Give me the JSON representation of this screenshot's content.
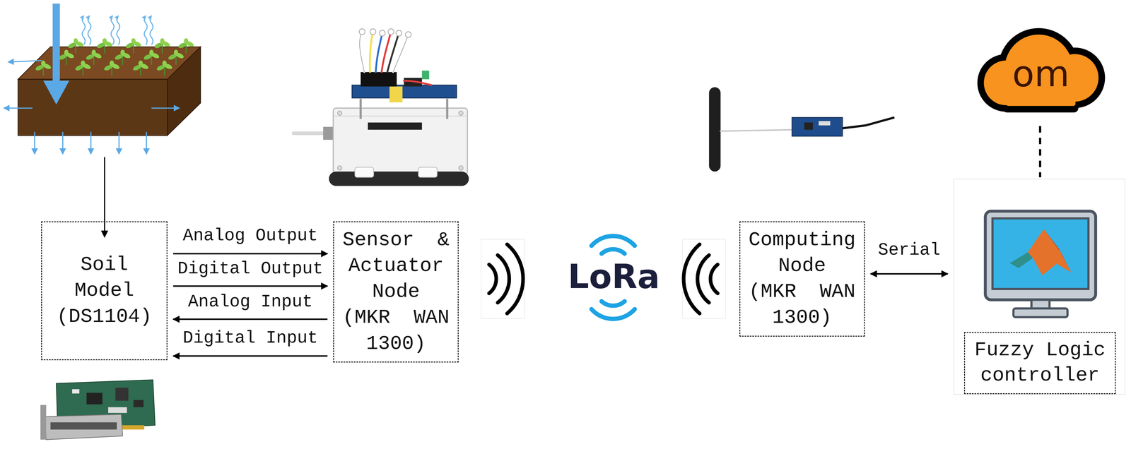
{
  "diagram": {
    "nodes": [
      {
        "text": [
          "Soil Model (DS1104)"
        ]
      },
      {
        "text": [
          "Sensor & Actuator Node (MKR WAN 1300)"
        ]
      },
      {
        "text": [
          "Computing Node (MKR WAN 1300)"
        ]
      },
      {
        "text": [
          "Fuzzy Logic controller"
        ]
      }
    ],
    "edges": [
      {
        "from": 0,
        "to": 1,
        "label": "Analog Output",
        "arrow": "to"
      },
      {
        "from": 0,
        "to": 1,
        "label": "Digital Output",
        "arrow": "to"
      },
      {
        "from": 1,
        "to": 0,
        "label": "Analog Input",
        "arrow": "to"
      },
      {
        "from": 1,
        "to": 0,
        "label": "Digital Input",
        "arrow": "to"
      },
      {
        "from": 2,
        "to": 3,
        "label": "Serial",
        "arrow": "both"
      }
    ],
    "labels": [
      "LoRa",
      "om"
    ]
  }
}
